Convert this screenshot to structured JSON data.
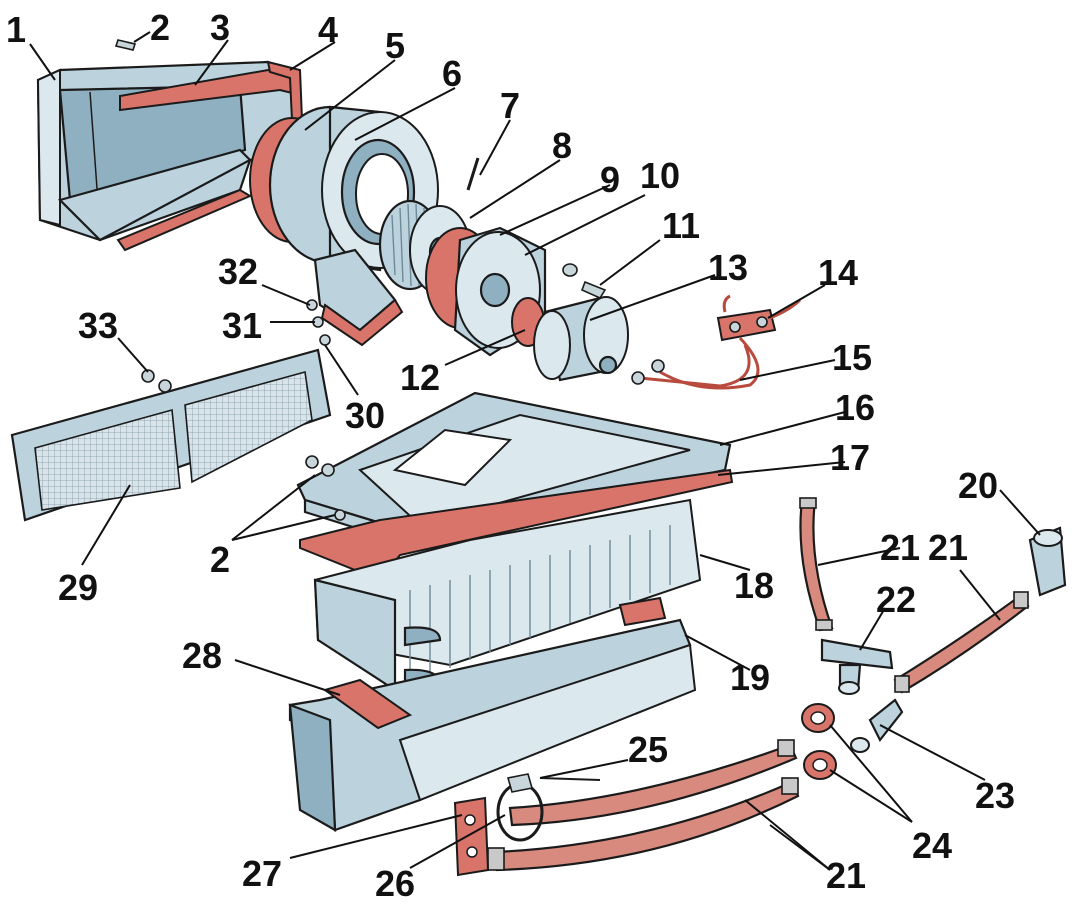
{
  "callouts": [
    {
      "id": "1",
      "label": "1"
    },
    {
      "id": "2a",
      "label": "2"
    },
    {
      "id": "3",
      "label": "3"
    },
    {
      "id": "4",
      "label": "4"
    },
    {
      "id": "5",
      "label": "5"
    },
    {
      "id": "6",
      "label": "6"
    },
    {
      "id": "7",
      "label": "7"
    },
    {
      "id": "8",
      "label": "8"
    },
    {
      "id": "9",
      "label": "9"
    },
    {
      "id": "10",
      "label": "10"
    },
    {
      "id": "11",
      "label": "11"
    },
    {
      "id": "12",
      "label": "12"
    },
    {
      "id": "13",
      "label": "13"
    },
    {
      "id": "14",
      "label": "14"
    },
    {
      "id": "15",
      "label": "15"
    },
    {
      "id": "16",
      "label": "16"
    },
    {
      "id": "17",
      "label": "17"
    },
    {
      "id": "18",
      "label": "18"
    },
    {
      "id": "19",
      "label": "19"
    },
    {
      "id": "20",
      "label": "20"
    },
    {
      "id": "21a",
      "label": "21"
    },
    {
      "id": "21b",
      "label": "21"
    },
    {
      "id": "22",
      "label": "22"
    },
    {
      "id": "23",
      "label": "23"
    },
    {
      "id": "24",
      "label": "24"
    },
    {
      "id": "25",
      "label": "25"
    },
    {
      "id": "26",
      "label": "26"
    },
    {
      "id": "27",
      "label": "27"
    },
    {
      "id": "28",
      "label": "28"
    },
    {
      "id": "29",
      "label": "29"
    },
    {
      "id": "2b",
      "label": "2"
    },
    {
      "id": "30",
      "label": "30"
    },
    {
      "id": "31",
      "label": "31"
    },
    {
      "id": "32",
      "label": "32"
    },
    {
      "id": "33",
      "label": "33"
    }
  ],
  "colors": {
    "metal": "#bcd3de",
    "gasket": "#d9746a",
    "hose": "#d88a7e",
    "outline": "#1b1b1b"
  }
}
